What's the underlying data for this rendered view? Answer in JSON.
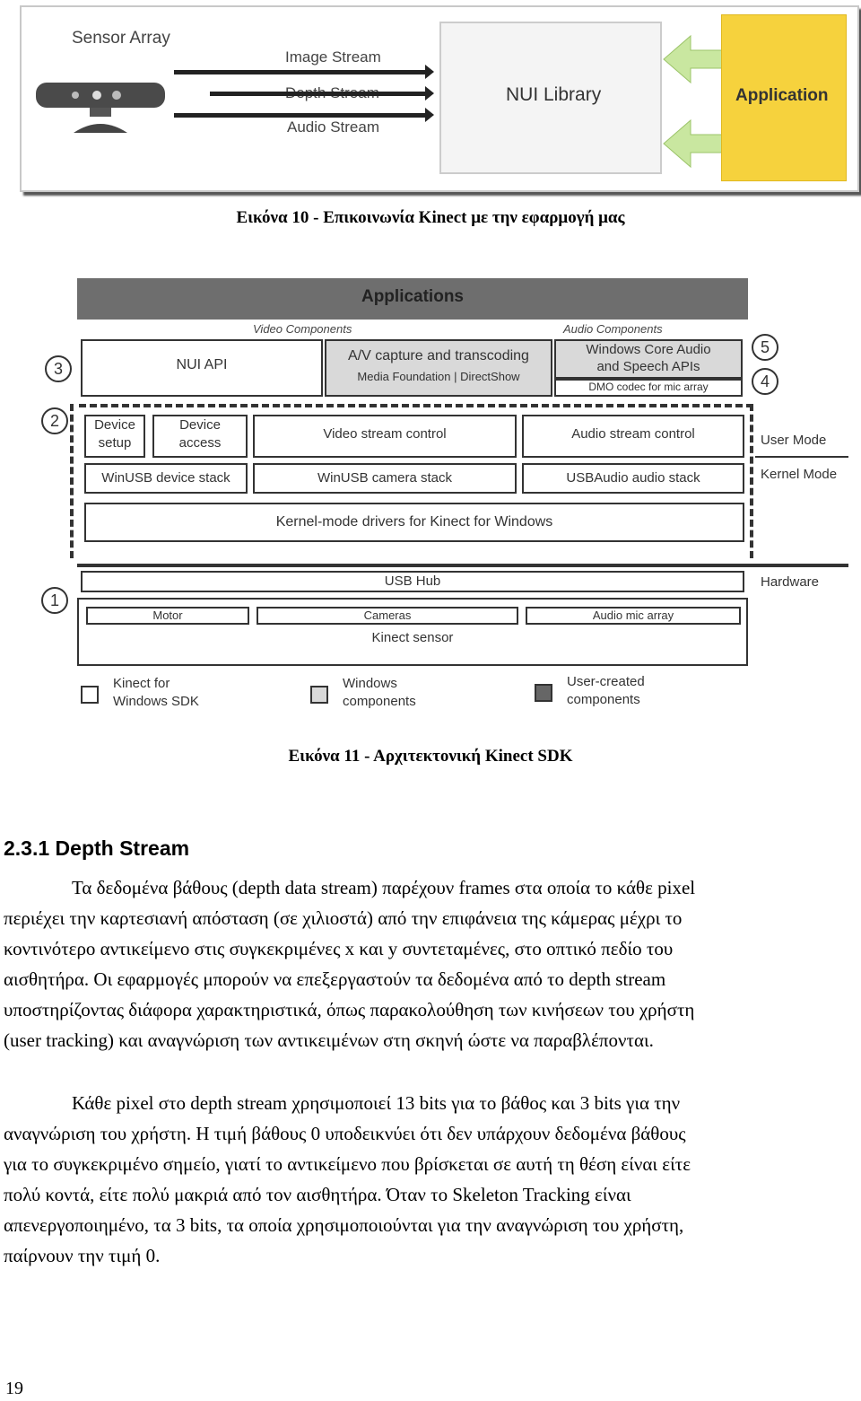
{
  "figure1": {
    "sensor_array": "Sensor Array",
    "image_stream": "Image Stream",
    "depth_stream": "Depth Stream",
    "audio_stream": "Audio Stream",
    "nui_library": "NUI Library",
    "application": "Application",
    "colors": {
      "application_fill": "#f6d23d",
      "arrow_green": "#c9e7a0",
      "library_fill": "#f4f4f4"
    }
  },
  "caption1": "Εικόνα 10 - Επικοινωνία Kinect με την εφαρμογή μας",
  "figure2": {
    "applications": "Applications",
    "video_components": "Video Components",
    "audio_components": "Audio Components",
    "nui_api": "NUI API",
    "av_capture": "A/V capture and transcoding",
    "media_foundation": "Media Foundation | DirectShow",
    "windows_core_audio": "Windows Core Audio",
    "and_speech_apis": "and Speech APIs",
    "dmo_codec": "DMO codec for mic array",
    "device_setup_1": "Device",
    "device_setup_2": "setup",
    "device_access_1": "Device",
    "device_access_2": "access",
    "video_stream_control": "Video stream control",
    "audio_stream_control": "Audio stream control",
    "user_mode": "User Mode",
    "kernel_mode": "Kernel Mode",
    "winusb_device_stack": "WinUSB device stack",
    "winusb_camera_stack": "WinUSB camera stack",
    "usbaudio_audio_stack": "USBAudio audio stack",
    "kernel_drivers": "Kernel-mode drivers for Kinect for Windows",
    "usb_hub": "USB Hub",
    "hardware": "Hardware",
    "motor": "Motor",
    "cameras": "Cameras",
    "audio_mic_array": "Audio mic array",
    "kinect_sensor": "Kinect sensor",
    "num_1": "1",
    "num_2": "2",
    "num_3": "3",
    "num_4": "4",
    "num_5": "5",
    "legend_sdk_1": "Kinect for",
    "legend_sdk_2": "Windows SDK",
    "legend_win_1": "Windows",
    "legend_win_2": "components",
    "legend_user_1": "User-created",
    "legend_user_2": "components",
    "colors": {
      "applications_bar": "#6e6e6e",
      "windows_gray": "#d9d9d9",
      "user_dark": "#666666"
    }
  },
  "caption2": "Εικόνα 11 - Αρχιτεκτονική Kinect SDK",
  "section_heading": "2.3.1 Depth Stream",
  "paragraph1": {
    "l1": "Τα δεδομένα βάθους (depth data stream) παρέχουν frames στα οποία το κάθε pixel",
    "l2": "περιέχει την καρτεσιανή απόσταση (σε χιλιοστά) από την επιφάνεια της κάμερας μέχρι το",
    "l3": "κοντινότερο αντικείμενο στις συγκεκριμένες x και y συντεταμένες, στο οπτικό πεδίο του",
    "l4": "αισθητήρα. Οι εφαρμογές μπορούν να επεξεργαστούν τα δεδομένα από το depth stream",
    "l5": "υποστηρίζοντας διάφορα χαρακτηριστικά, όπως παρακολούθηση των κινήσεων του χρήστη",
    "l6": "(user tracking) και αναγνώριση των αντικειμένων στη σκηνή ώστε να παραβλέπονται."
  },
  "paragraph2": {
    "l1": "Κάθε pixel στο depth stream χρησιμοποιεί 13 bits για το βάθος και 3 bits για την",
    "l2": "αναγνώριση του χρήστη. Η τιμή βάθους 0 υποδεικνύει ότι δεν υπάρχουν δεδομένα βάθους",
    "l3": "για το συγκεκριμένο σημείο, γιατί το αντικείμενο που βρίσκεται σε αυτή τη θέση είναι είτε",
    "l4": "πολύ κοντά, είτε πολύ μακριά από τον αισθητήρα. Όταν το Skeleton Tracking είναι",
    "l5": "απενεργοποιημένο, τα 3 bits, τα οποία χρησιμοποιούνται για την αναγνώριση του χρήστη,",
    "l6": "παίρνουν την τιμή 0."
  },
  "page_number": "19"
}
